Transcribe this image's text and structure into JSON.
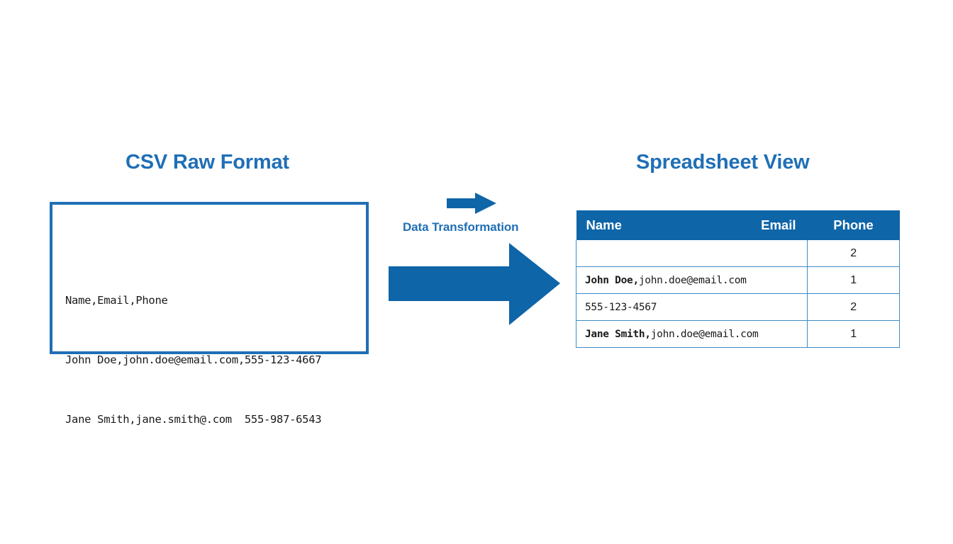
{
  "colors": {
    "title_blue": "#1F6FB5",
    "arrow_blue": "#0E65A8",
    "header_blue": "#0E65A8",
    "grid_blue": "#3E8CC4",
    "box_border": "#1F6FB5",
    "text_black": "#1A1A1A",
    "background": "#FFFFFF"
  },
  "left_panel": {
    "title": "CSV Raw Format",
    "csv_lines": [
      "Name,Email,Phone",
      "John Doe,john.doe@email.com,555-123-4667",
      "Jane Smith,jane.smith@.com  555-987-6543"
    ]
  },
  "middle": {
    "label": "Data Transformation",
    "small_arrow_name": "arrow-right-small",
    "large_arrow_name": "arrow-right-large"
  },
  "right_panel": {
    "title": "Spreadsheet View",
    "table": {
      "columns": [
        "Name",
        "Email",
        "Phone"
      ],
      "rows": [
        {
          "data_strong": "",
          "data_rest": "",
          "phone": "2"
        },
        {
          "data_strong": "John Doe,",
          "data_rest": "john.doe@email.com",
          "phone": "1"
        },
        {
          "data_strong": "",
          "data_rest": "555-123-4567",
          "phone": "2"
        },
        {
          "data_strong": "Jane Smith,",
          "data_rest": "john.doe@email.com",
          "phone": "1"
        }
      ]
    }
  }
}
